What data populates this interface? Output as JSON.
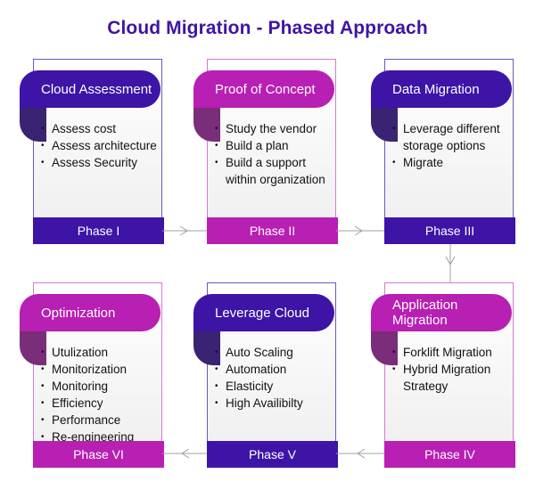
{
  "title": "Cloud Migration - Phased Approach",
  "colors": {
    "purple": "#3d14a6",
    "magenta": "#b81fb3",
    "title": "#3f14a5",
    "connector": "#a0a0a0"
  },
  "phases": [
    {
      "heading": "Cloud Assessment",
      "phase_label": "Phase I",
      "color": "purple",
      "items": [
        "Assess cost",
        "Assess architecture",
        "Assess Security"
      ]
    },
    {
      "heading": "Proof of Concept",
      "phase_label": "Phase II",
      "color": "magenta",
      "items": [
        "Study the vendor",
        "Build a plan",
        "Build a support within organization"
      ]
    },
    {
      "heading": "Data Migration",
      "phase_label": "Phase III",
      "color": "purple",
      "items": [
        "Leverage different storage options",
        "Migrate"
      ]
    },
    {
      "heading": "Application Migration",
      "phase_label": "Phase IV",
      "color": "magenta",
      "items": [
        "Forklift Migration",
        "Hybrid Migration Strategy"
      ]
    },
    {
      "heading": "Leverage Cloud",
      "phase_label": "Phase V",
      "color": "purple",
      "items": [
        "Auto Scaling",
        "Automation",
        "Elasticity",
        "High Availibilty"
      ]
    },
    {
      "heading": "Optimization",
      "phase_label": "Phase VI",
      "color": "magenta",
      "items": [
        "Utulization",
        "Monitorization",
        "Monitoring",
        "Efficiency",
        "Performance",
        "Re-engineering"
      ]
    }
  ],
  "arrows": {
    "right": "›",
    "down": "⌄",
    "left": "‹"
  }
}
